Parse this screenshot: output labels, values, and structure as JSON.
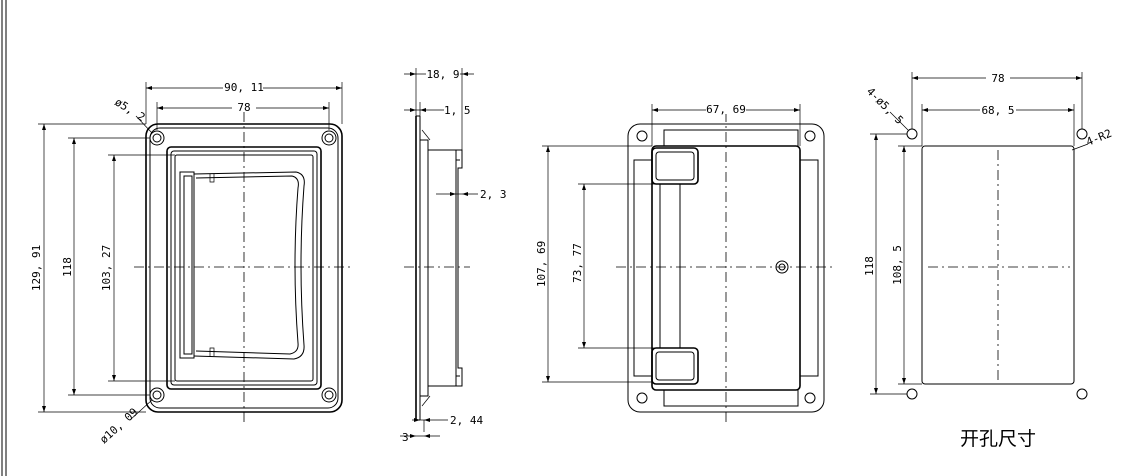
{
  "drawing": {
    "front_view": {
      "overall_width": "90, 11",
      "hole_spacing": "78",
      "mount_hole": "ø5, 2",
      "counterbore": "ø10, 09",
      "overall_height": "129, 91",
      "hole_pitch": "118",
      "inner_height": "103, 27"
    },
    "side_view": {
      "depth": "18, 9",
      "flange": "1, 5",
      "wall": "2, 3",
      "lip": "2, 44",
      "base": "3"
    },
    "back_view": {
      "width": "67, 69",
      "height": "107, 69",
      "inner_height": "73, 77"
    },
    "cutout_view": {
      "hole_spacing": "78",
      "cut_width": "68, 5",
      "holes": "4-ø5, 5",
      "corner_radius": "4-R2",
      "hole_pitch": "118",
      "cut_height": "108, 5",
      "caption": "开孔尺寸"
    }
  }
}
